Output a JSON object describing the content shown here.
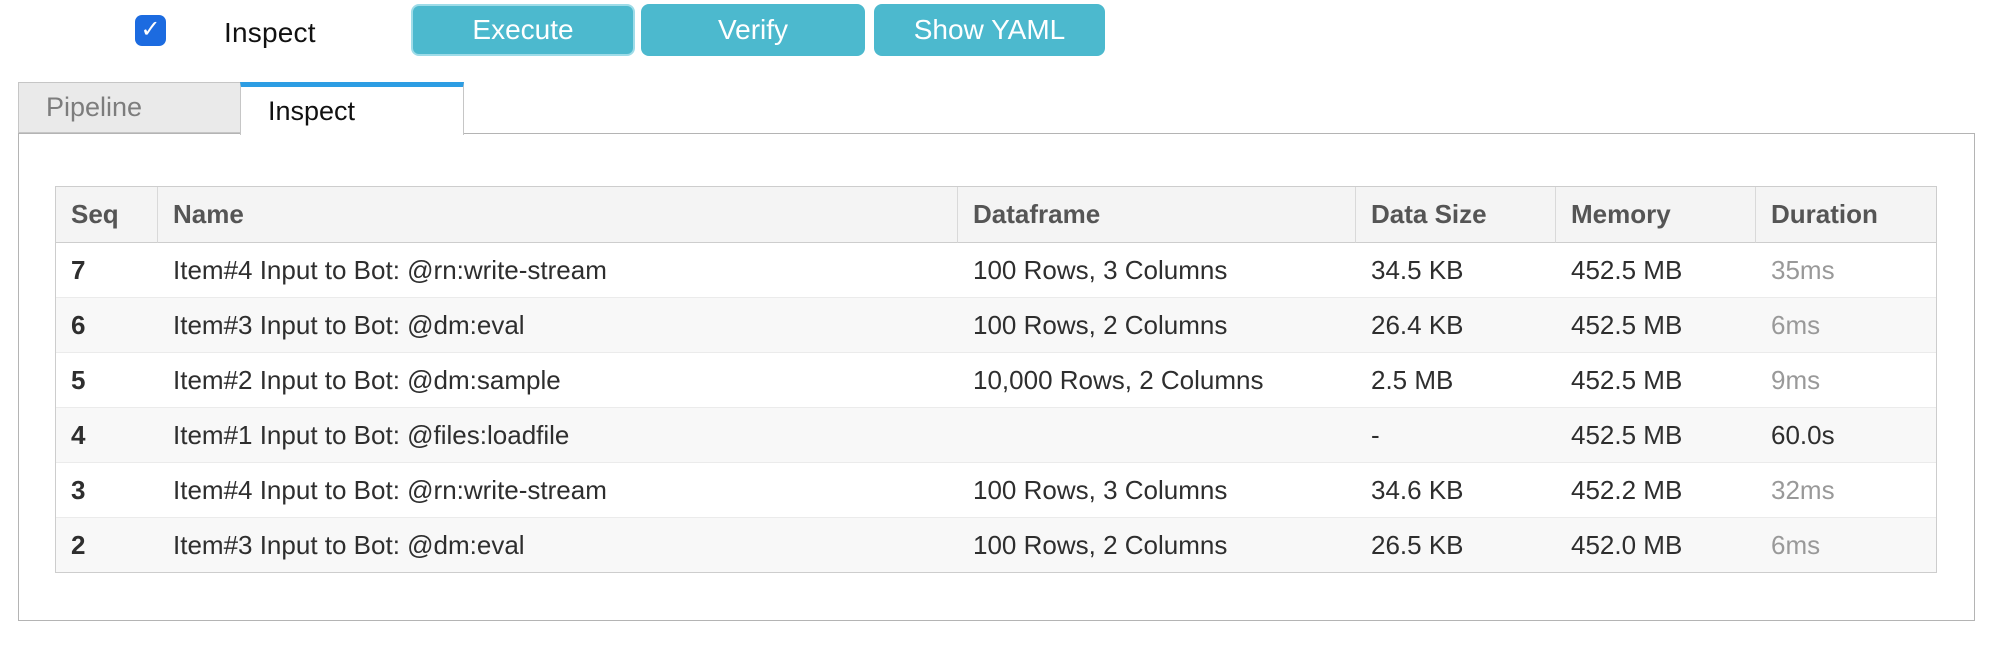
{
  "toolbar": {
    "inspect_checkbox": {
      "label": "Inspect",
      "checked": true
    },
    "buttons": {
      "execute": "Execute",
      "verify": "Verify",
      "show_yaml": "Show YAML"
    }
  },
  "tabs": {
    "pipeline": {
      "label": "Pipeline",
      "active": false
    },
    "inspect": {
      "label": "Inspect",
      "active": true
    }
  },
  "colors": {
    "button_teal": "#4cb9ce",
    "tab_accent_blue": "#2d9de3",
    "checkbox_blue": "#1c6be0",
    "muted_duration": "#999999"
  },
  "table": {
    "columns": {
      "seq": "Seq",
      "name": "Name",
      "dataframe": "Dataframe",
      "data_size": "Data Size",
      "memory": "Memory",
      "duration": "Duration"
    },
    "rows": [
      {
        "seq": "7",
        "name": "Item#4 Input to Bot: @rn:write-stream",
        "dataframe": "100 Rows, 3 Columns",
        "data_size": "34.5 KB",
        "memory": "452.5 MB",
        "duration": "35ms",
        "duration_muted": true
      },
      {
        "seq": "6",
        "name": "Item#3 Input to Bot: @dm:eval",
        "dataframe": "100 Rows, 2 Columns",
        "data_size": "26.4 KB",
        "memory": "452.5 MB",
        "duration": "6ms",
        "duration_muted": true
      },
      {
        "seq": "5",
        "name": "Item#2 Input to Bot: @dm:sample",
        "dataframe": "10,000 Rows, 2 Columns",
        "data_size": "2.5 MB",
        "memory": "452.5 MB",
        "duration": "9ms",
        "duration_muted": true
      },
      {
        "seq": "4",
        "name": "Item#1 Input to Bot: @files:loadfile",
        "dataframe": "",
        "data_size": "-",
        "memory": "452.5 MB",
        "duration": "60.0s",
        "duration_muted": false
      },
      {
        "seq": "3",
        "name": "Item#4 Input to Bot: @rn:write-stream",
        "dataframe": "100 Rows, 3 Columns",
        "data_size": "34.6 KB",
        "memory": "452.2 MB",
        "duration": "32ms",
        "duration_muted": true
      },
      {
        "seq": "2",
        "name": "Item#3 Input to Bot: @dm:eval",
        "dataframe": "100 Rows, 2 Columns",
        "data_size": "26.5 KB",
        "memory": "452.0 MB",
        "duration": "6ms",
        "duration_muted": true
      }
    ]
  }
}
